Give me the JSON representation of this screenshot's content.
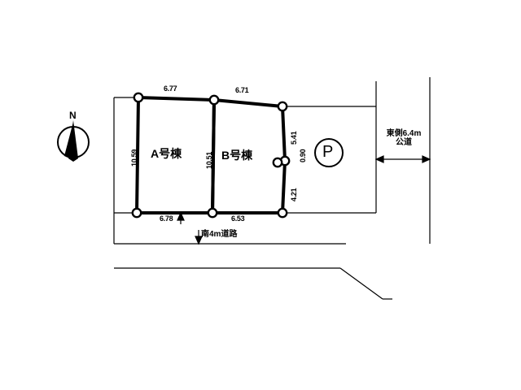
{
  "figure": {
    "kind": "property-plot-map",
    "background_color": "#ffffff",
    "line_color": "#000000"
  },
  "compass": {
    "label": "N",
    "name": "north-arrow"
  },
  "buildings": [
    {
      "id": "A",
      "label": "A号棟"
    },
    {
      "id": "B",
      "label": "B号棟"
    }
  ],
  "parking": {
    "symbol": "P"
  },
  "dimensions": {
    "top_left": "6.77",
    "top_right": "6.71",
    "bottom_left": "6.78",
    "bottom_right": "6.53",
    "left_vertical": "10.59",
    "middle_vertical": "10.51",
    "right_upper": "5.41",
    "right_middle": "0.90",
    "right_lower": "4.21"
  },
  "roads": {
    "south": "南4m道路",
    "east_line1": "東側6.4m",
    "east_line2": "公道"
  }
}
